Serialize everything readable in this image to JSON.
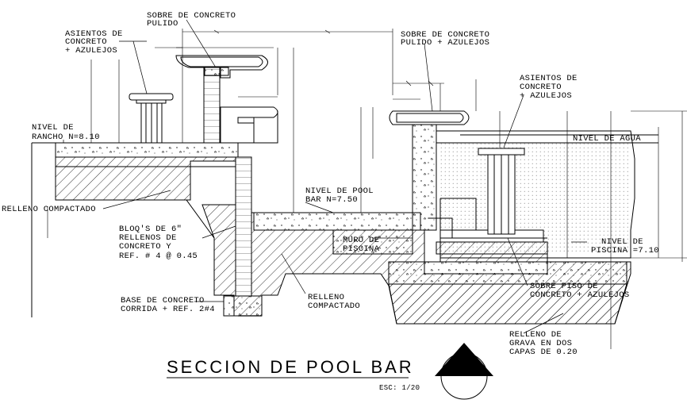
{
  "title": "SECCION DE POOL BAR",
  "scale": "ESC: 1/20",
  "labels": {
    "asientos_left": [
      "ASIENTOS DE",
      "CONCRETO",
      "+ AZULEJOS"
    ],
    "sobre_pulido": [
      "SOBRE DE CONCRETO",
      "PULIDO"
    ],
    "sobre_pulido_azulejos": [
      "SOBRE DE CONCRETO",
      "PULIDO + AZULEJOS"
    ],
    "asientos_right": [
      "ASIENTOS DE",
      "CONCRETO",
      "+ AZULEJOS"
    ],
    "nivel_rancho": [
      "NIVEL DE",
      "RANCHO N=8.10"
    ],
    "nivel_agua": [
      "NIVEL DE AGUA"
    ],
    "relleno_left": [
      "RELLENO COMPACTADO"
    ],
    "nivel_pool_bar": [
      "NIVEL DE POOL",
      "BAR N=7.50"
    ],
    "blocks": [
      "BLOQ'S DE 6\"",
      "RELLENOS DE",
      "CONCRETO Y",
      "REF. # 4 @ 0.45"
    ],
    "muro": [
      "MURO DE",
      "PISCINA"
    ],
    "nivel_piscina": [
      "NIVEL DE",
      "PISCINA =7.10"
    ],
    "sobre_piso": [
      "SOBRE PISO DE",
      "CONCRETO + AZULEJOS"
    ],
    "base": [
      "BASE DE CONCRETO",
      "CORRIDA + REF. 2#4"
    ],
    "relleno_center": [
      "RELLENO",
      "COMPACTADO"
    ],
    "relleno_grava": [
      "RELLENO DE",
      "GRAVA EN DOS",
      "CAPAS DE 0.20"
    ]
  },
  "colors": {
    "ink": "#000000",
    "paper": "#ffffff"
  },
  "icons": [
    "north-arrow-icon"
  ]
}
